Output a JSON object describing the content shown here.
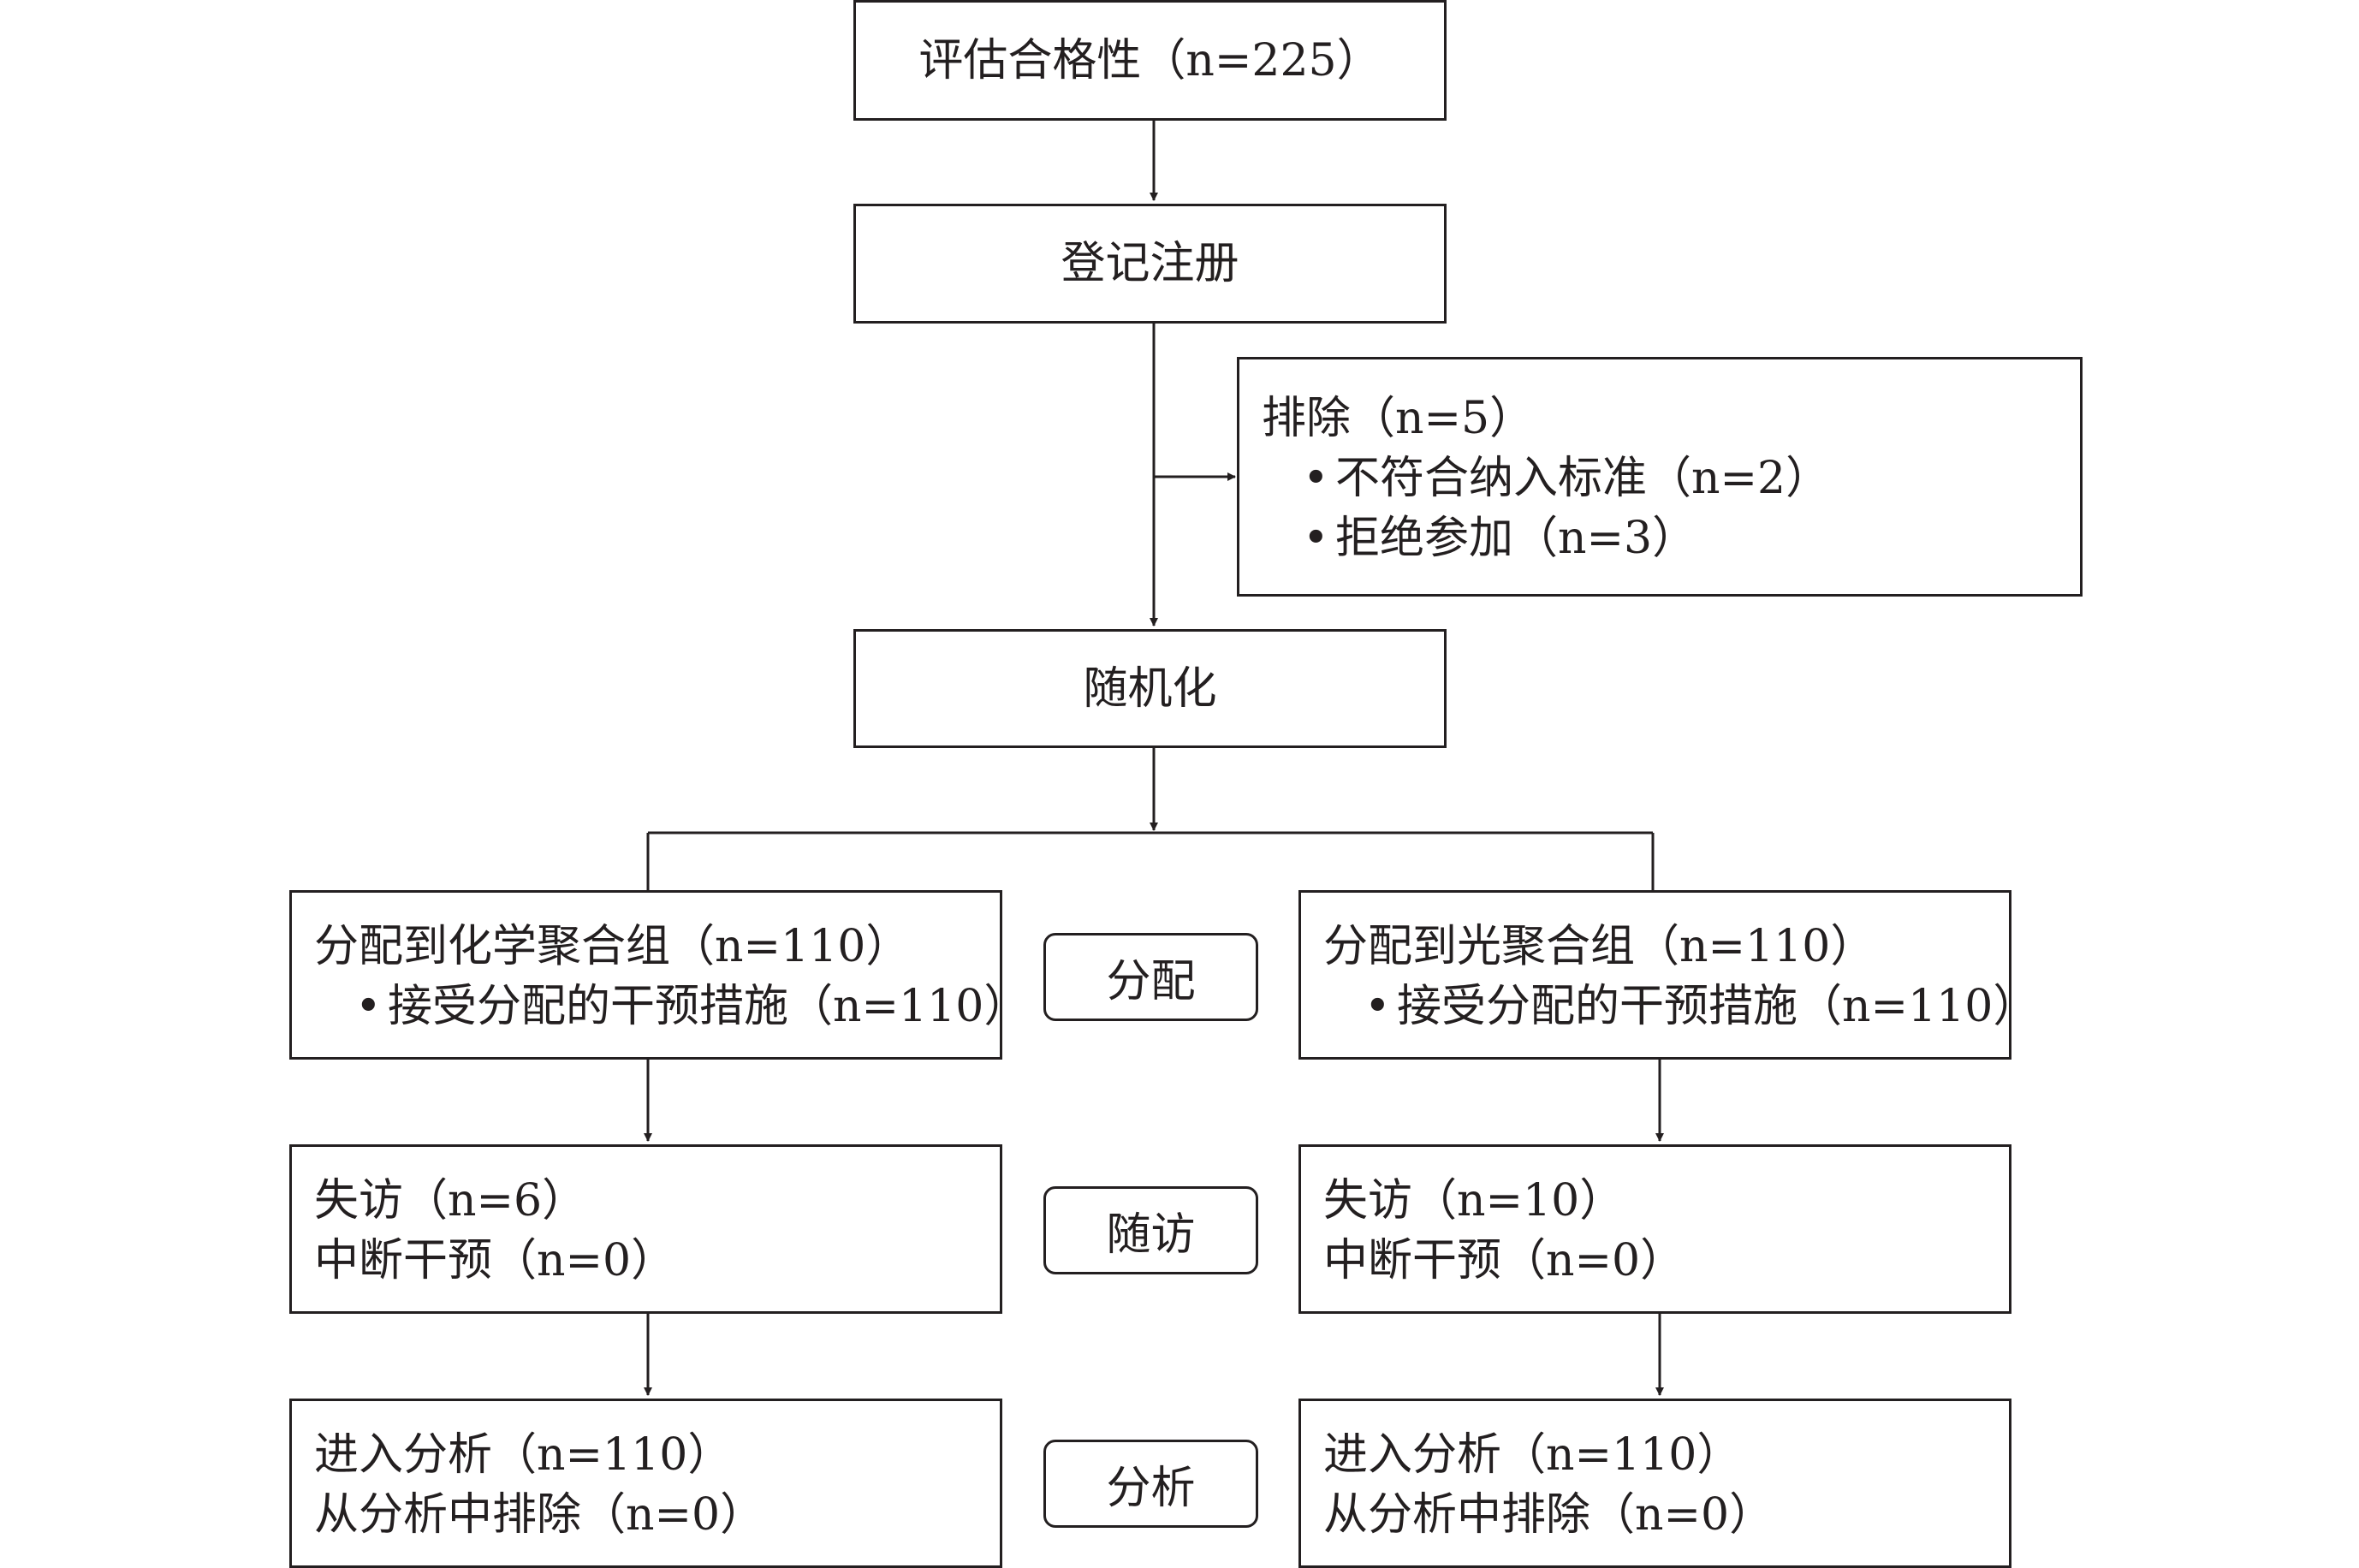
{
  "boxes": {
    "eligibility": "评估合格性（n=225）",
    "enrolment": "登记注册",
    "excluded": {
      "title": "排除（n=5）",
      "items": [
        "不符合纳入标准（n=2）",
        "拒绝参加（n=3）"
      ]
    },
    "randomization": "随机化",
    "left": {
      "allocation": {
        "title": "分配到化学聚合组（n=110）",
        "item": "接受分配的干预措施（n=110）"
      },
      "followup": [
        "失访（n=6）",
        "中断干预（n=0）"
      ],
      "analysis": [
        "进入分析（n=110）",
        "从分析中排除（n=0）"
      ]
    },
    "right": {
      "allocation": {
        "title": "分配到光聚合组（n=110）",
        "item": "接受分配的干预措施（n=110）"
      },
      "followup": [
        "失访（n=10）",
        "中断干预（n=0）"
      ],
      "analysis": [
        "进入分析（n=110）",
        "从分析中排除（n=0）"
      ]
    }
  },
  "stages": {
    "allocation": "分配",
    "followup": "随访",
    "analysis": "分析"
  }
}
